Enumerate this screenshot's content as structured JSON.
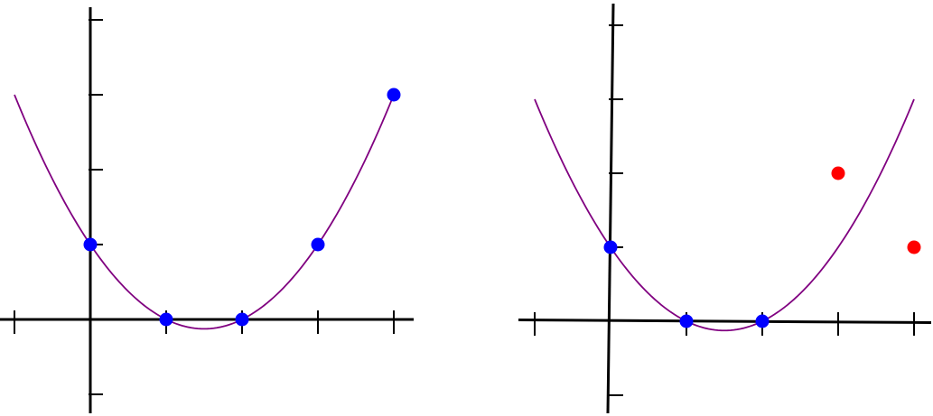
{
  "colors": {
    "axis": "#000000",
    "curve": "#800080",
    "point_on_curve": "#0000ff",
    "point_off_curve": "#ff0000",
    "background": "#ffffff"
  },
  "chart_data": [
    {
      "type": "scatter",
      "xlim": [
        -1,
        4
      ],
      "ylim": [
        -1,
        4
      ],
      "grid": false,
      "axes": {
        "x_ticks": [
          -1,
          1,
          2,
          3,
          4
        ],
        "y_ticks": [
          -1,
          1,
          2,
          3,
          4
        ]
      },
      "curve": {
        "kind": "parabola",
        "roots": [
          1,
          2
        ],
        "y_intercept": 1,
        "x_range": [
          -1,
          4
        ]
      },
      "series": [
        {
          "color_key": "point_on_curve",
          "x": [
            0,
            1,
            2,
            3,
            4
          ],
          "y": [
            1,
            0,
            0,
            1,
            3
          ]
        }
      ]
    },
    {
      "type": "scatter",
      "xlim": [
        -1,
        4
      ],
      "ylim": [
        -1,
        4
      ],
      "grid": false,
      "axes": {
        "x_ticks": [
          -1,
          1,
          2,
          3,
          4
        ],
        "y_ticks": [
          -1,
          1,
          2,
          3,
          4
        ]
      },
      "curve": {
        "kind": "parabola",
        "roots": [
          1,
          2
        ],
        "y_intercept": 1,
        "x_range": [
          -1,
          4
        ]
      },
      "series": [
        {
          "color_key": "point_on_curve",
          "x": [
            0,
            1,
            2
          ],
          "y": [
            1,
            0,
            0
          ]
        },
        {
          "color_key": "point_off_curve",
          "x": [
            3,
            4
          ],
          "y": [
            2,
            1
          ]
        }
      ]
    }
  ]
}
